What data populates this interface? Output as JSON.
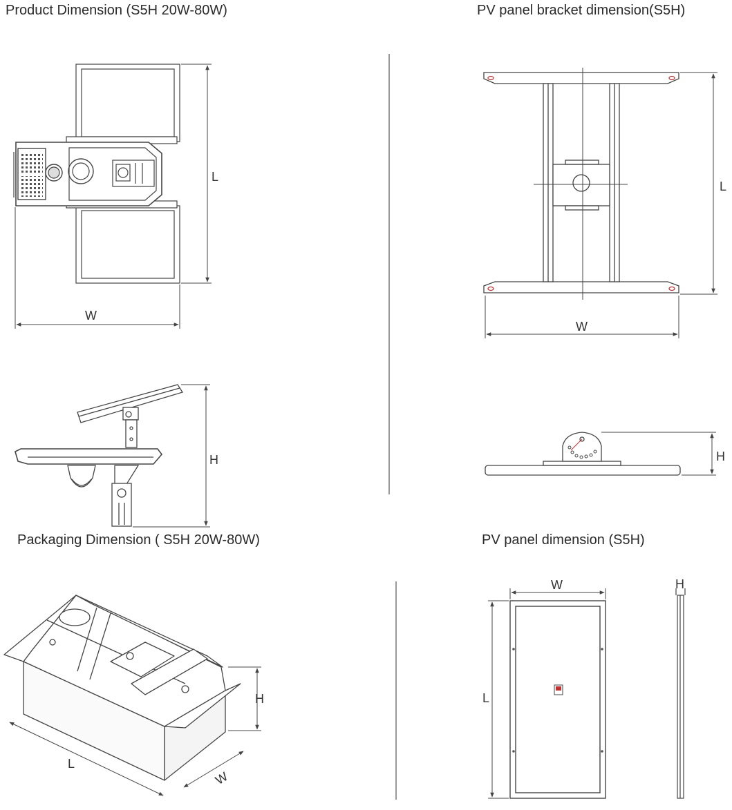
{
  "titles": {
    "product": "Product Dimension (S5H 20W-80W)",
    "bracket": "PV panel bracket dimension(S5H)",
    "packaging": "Packaging Dimension ( S5H 20W-80W)",
    "panel": "PV panel dimension (S5H)"
  },
  "labels": {
    "product_top": {
      "L": "L",
      "W": "W"
    },
    "product_side": {
      "H": "H"
    },
    "bracket_top": {
      "L": "L",
      "W": "W"
    },
    "bracket_side": {
      "H": "H"
    },
    "packaging": {
      "H": "H",
      "L": "L",
      "W": "W"
    },
    "panel": {
      "W": "W",
      "L": "L",
      "H": "H"
    }
  },
  "colors": {
    "line": "#444444",
    "frame": "#f2f2f2",
    "grille": "#555555",
    "accent": "#c03030"
  }
}
